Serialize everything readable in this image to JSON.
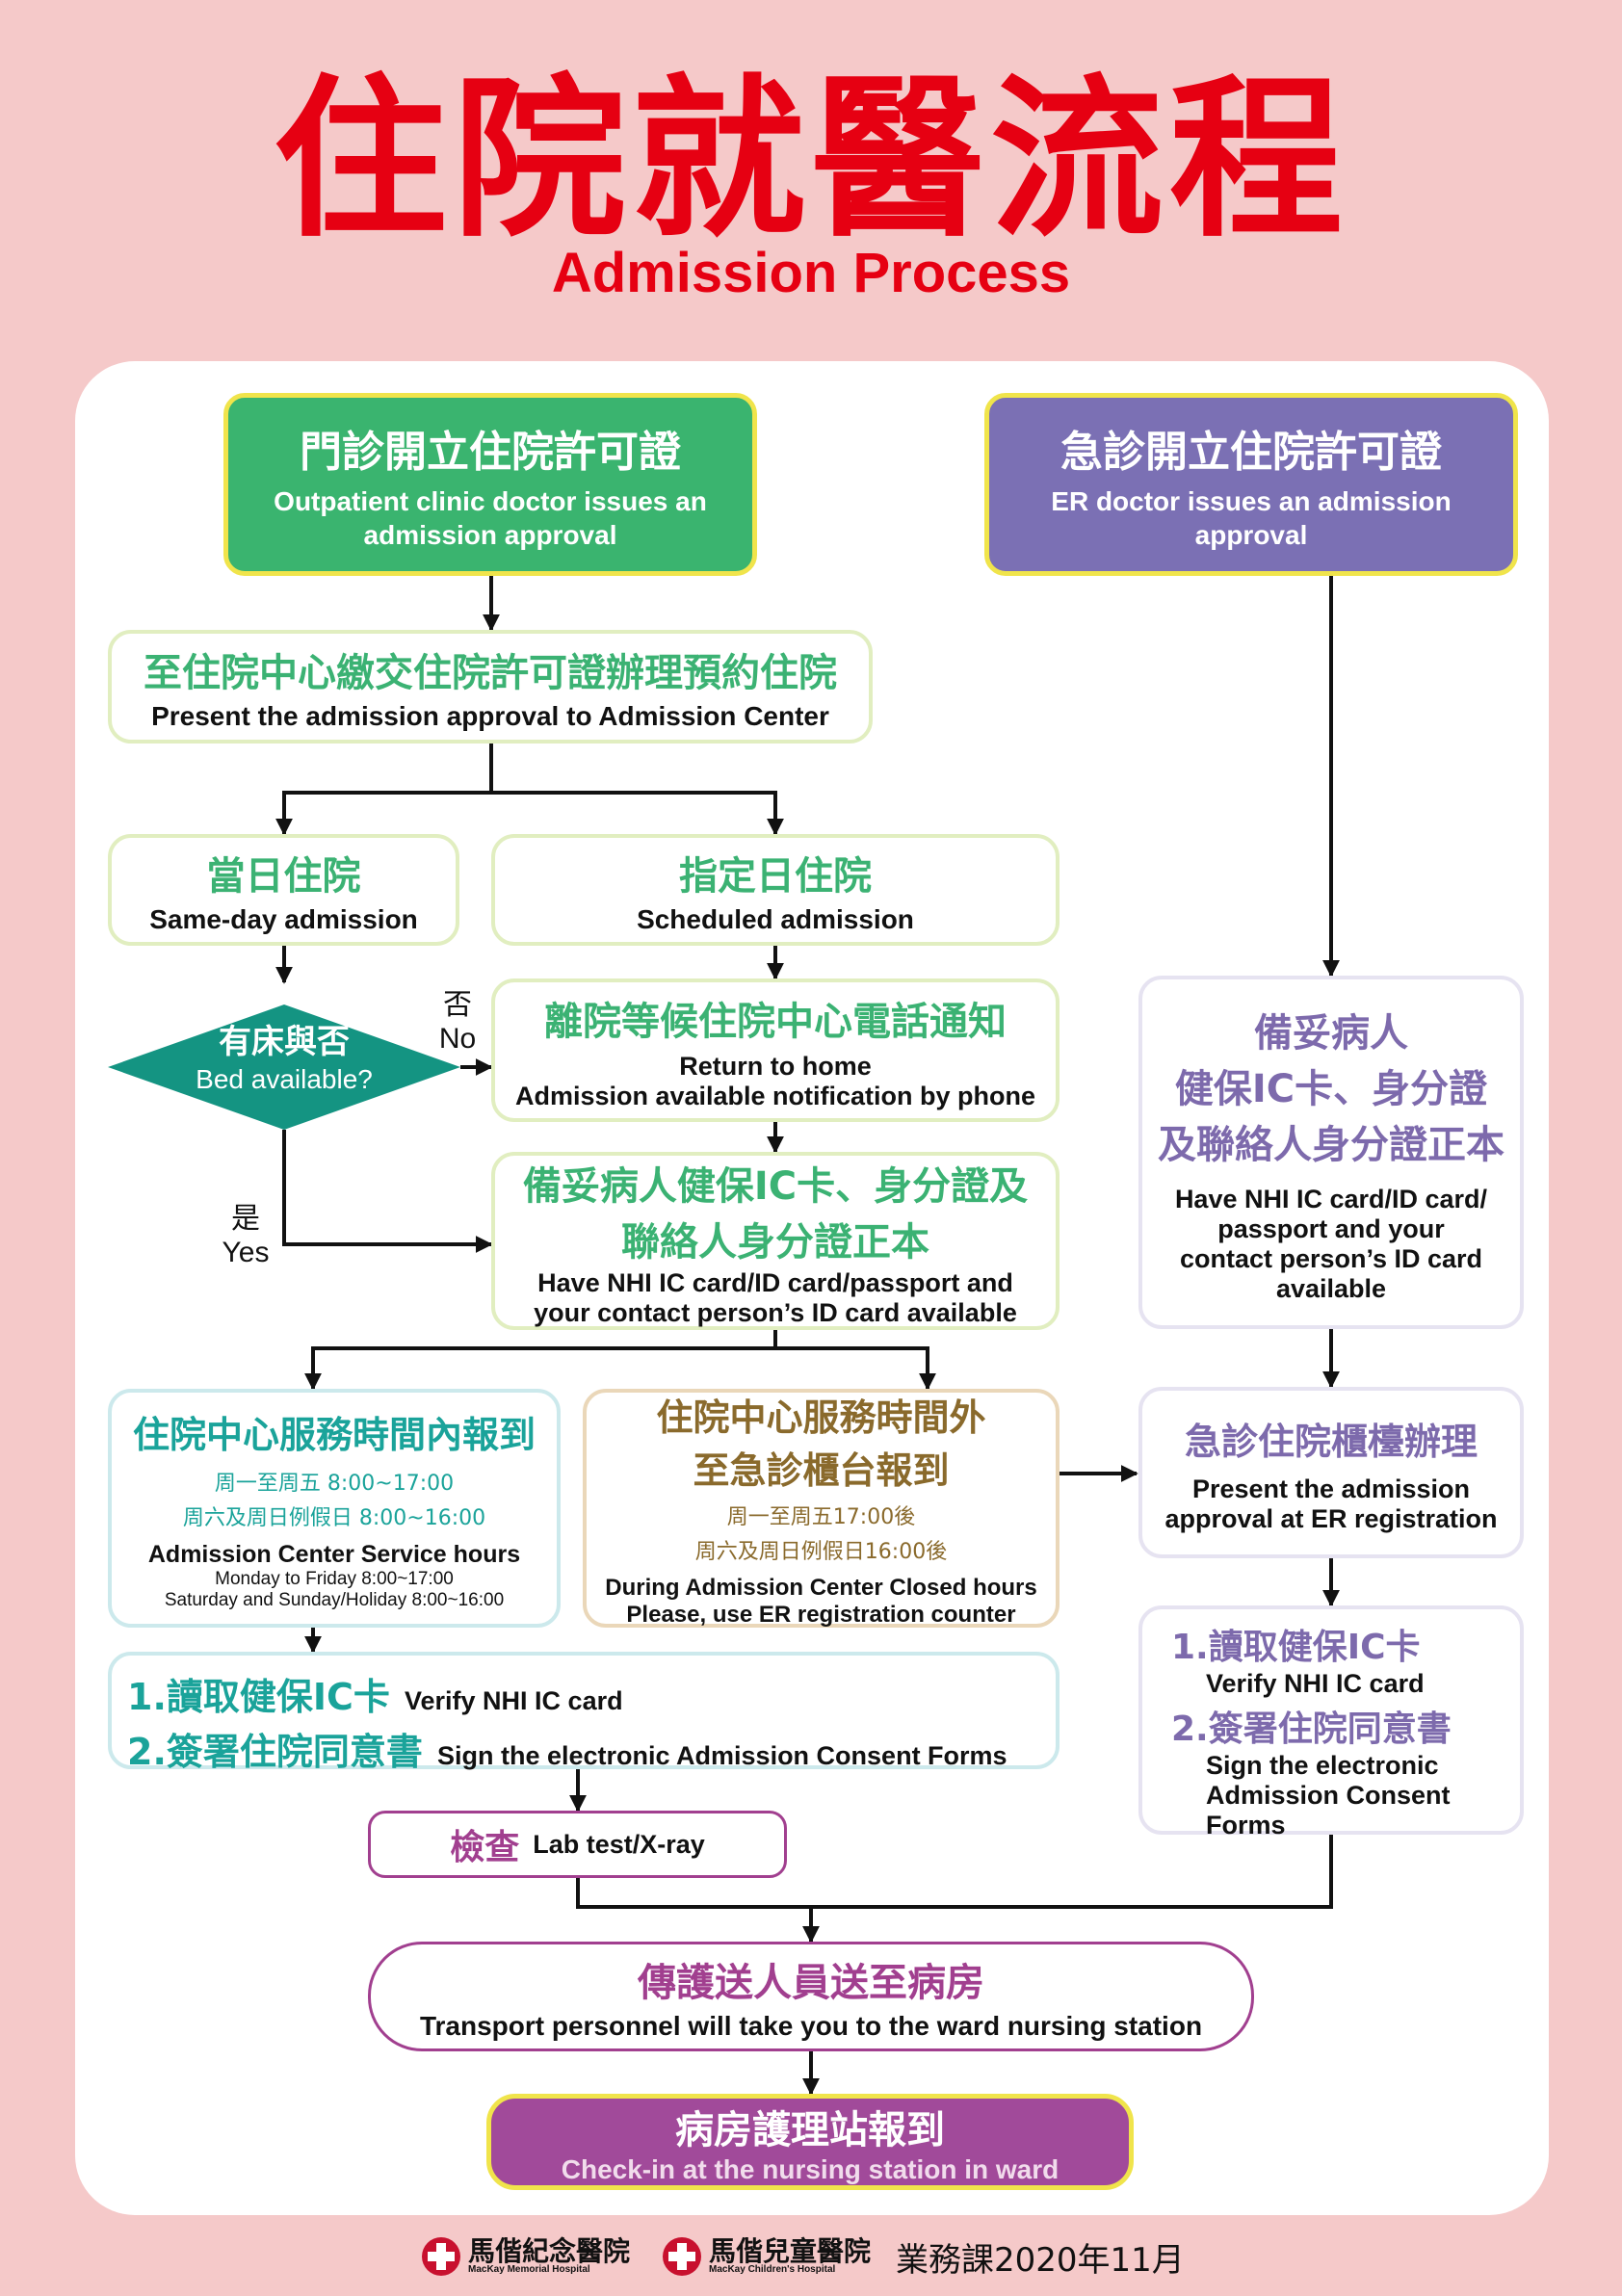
{
  "title": {
    "zh": "住院就醫流程",
    "en": "Admission Process"
  },
  "outpatient": {
    "zh": "門診開立住院許可證",
    "en": "Outpatient clinic doctor issues an admission approval"
  },
  "er": {
    "zh": "急診開立住院許可證",
    "en": "ER doctor issues an admission approval"
  },
  "present": {
    "zh": "至住院中心繳交住院許可證辦理預約住院",
    "en": "Present the admission approval to Admission Center"
  },
  "same_day": {
    "zh": "當日住院",
    "en": "Same-day admission"
  },
  "scheduled": {
    "zh": "指定日住院",
    "en": "Scheduled admission"
  },
  "bed": {
    "zh": "有床與否",
    "en": "Bed available?"
  },
  "no_label": {
    "zh": "否",
    "en": "No"
  },
  "yes_label": {
    "zh": "是",
    "en": "Yes"
  },
  "return_home": {
    "zh": "離院等候住院中心電話通知",
    "en1": "Return to home",
    "en2": "Admission available notification by phone"
  },
  "docs_left": {
    "zh1": "備妥病人健保IC卡、身分證及",
    "zh2": "聯絡人身分證正本",
    "en1": "Have NHI IC card/ID card/passport and",
    "en2": "your contact person’s ID card available"
  },
  "docs_right": {
    "zh1": "備妥病人",
    "zh2": "健保IC卡、身分證",
    "zh3": "及聯絡人身分證正本",
    "en1": "Have NHI IC card/ID card/",
    "en2": "passport and your",
    "en3": "contact person’s ID card",
    "en4": "available"
  },
  "service_in": {
    "zh": "住院中心服務時間內報到",
    "hours1": "周一至周五 8:00~17:00",
    "hours2": "周六及周日例假日 8:00~16:00",
    "en": "Admission Center Service hours",
    "en_h1": "Monday to Friday 8:00~17:00",
    "en_h2": "Saturday and Sunday/Holiday 8:00~16:00"
  },
  "service_out": {
    "zh1": "住院中心服務時間外",
    "zh2": "至急診櫃台報到",
    "hours1": "周一至周五17:00後",
    "hours2": "周六及周日例假日16:00後",
    "en1": "During Admission Center Closed hours",
    "en2": "Please, use ER registration counter"
  },
  "er_counter": {
    "zh": "急診住院櫃檯辦理",
    "en1": "Present the admission",
    "en2": "approval at ER registration"
  },
  "verify_left": {
    "zh1": "1.讀取健保IC卡",
    "en1": "Verify NHI IC card",
    "zh2": "2.簽署住院同意書",
    "en2": "Sign the electronic Admission Consent Forms"
  },
  "verify_right": {
    "zh1": "1.讀取健保IC卡",
    "en1": "Verify NHI IC card",
    "zh2": "2.簽署住院同意書",
    "en2a": "Sign the electronic",
    "en2b": "Admission Consent",
    "en2c": "Forms"
  },
  "lab": {
    "zh": "檢查",
    "en": "Lab test/X-ray"
  },
  "transport": {
    "zh": "傳護送人員送至病房",
    "en": "Transport personnel will take you to the ward nursing station"
  },
  "checkin": {
    "zh": "病房護理站報到",
    "en": "Check-in at the nursing station in ward"
  },
  "footer": {
    "hospital1_zh": "馬偕紀念醫院",
    "hospital1_en": "MacKay Memorial Hospital",
    "hospital2_zh": "馬偕兒童醫院",
    "hospital2_en": "MacKay Children's Hospital",
    "dept": "業務課2020年11月"
  }
}
